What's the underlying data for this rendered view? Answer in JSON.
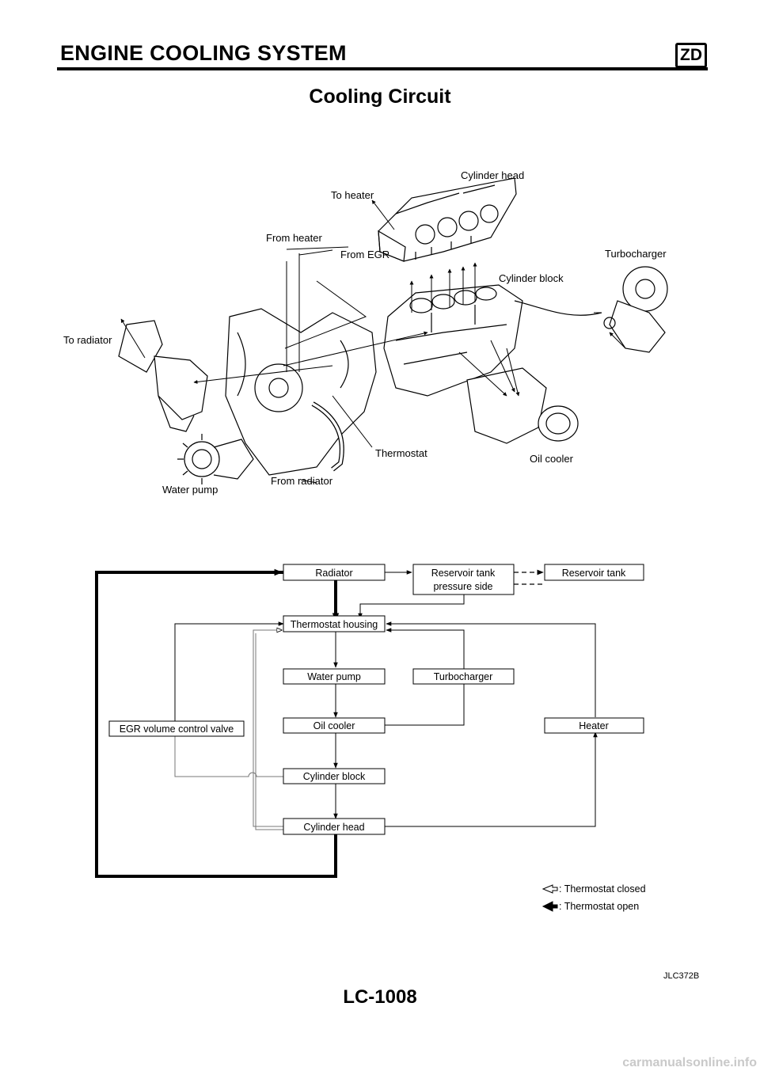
{
  "header": {
    "title": "ENGINE COOLING SYSTEM",
    "badge": "ZD"
  },
  "section": {
    "title": "Cooling Circuit"
  },
  "illustration": {
    "labels": {
      "cylinder_head": "Cylinder head",
      "to_heater": "To heater",
      "from_heater": "From heater",
      "from_egr": "From EGR",
      "turbocharger": "Turbocharger",
      "cylinder_block": "Cylinder block",
      "to_radiator": "To radiator",
      "thermostat": "Thermostat",
      "oil_cooler": "Oil cooler",
      "from_radiator": "From radiator",
      "water_pump": "Water pump"
    }
  },
  "flow_diagram": {
    "boxes": {
      "radiator": "Radiator",
      "reservoir_pressure_line1": "Reservoir tank",
      "reservoir_pressure_line2": "pressure side",
      "reservoir_tank": "Reservoir tank",
      "thermostat_housing": "Thermostat housing",
      "water_pump": "Water pump",
      "turbocharger": "Turbocharger",
      "egr_valve": "EGR volume control valve",
      "oil_cooler": "Oil cooler",
      "heater": "Heater",
      "cylinder_block": "Cylinder block",
      "cylinder_head": "Cylinder head"
    },
    "legend": {
      "closed": ": Thermostat closed",
      "open": ": Thermostat open"
    }
  },
  "figure_code": "JLC372B",
  "page_number": "LC-1008",
  "watermark": "carmanualsonline.info"
}
